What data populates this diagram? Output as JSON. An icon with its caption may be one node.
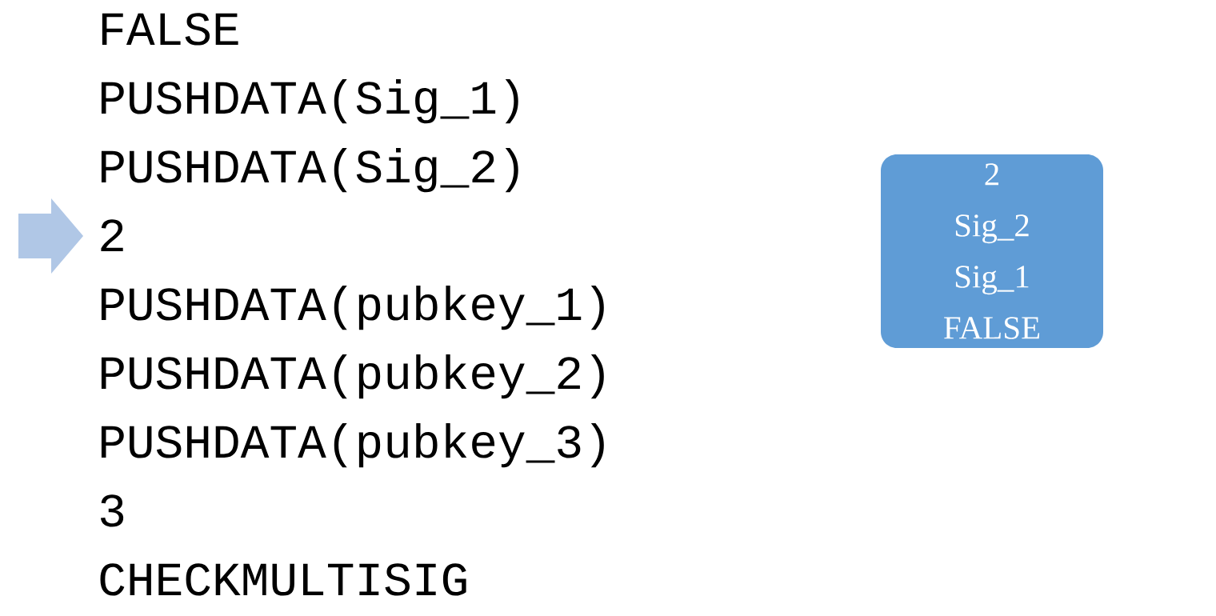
{
  "diagram": {
    "nodes": [
      {
        "text": [
          "2",
          "Sig_2",
          "Sig_1",
          "FALSE"
        ]
      }
    ],
    "labels": [
      "FALSE",
      "PUSHDATA(Sig_1)",
      "PUSHDATA(Sig_2)",
      "2",
      "PUSHDATA(pubkey_1)",
      "PUSHDATA(pubkey_2)",
      "PUSHDATA(pubkey_3)",
      "3",
      "CHECKMULTISIG"
    ]
  }
}
